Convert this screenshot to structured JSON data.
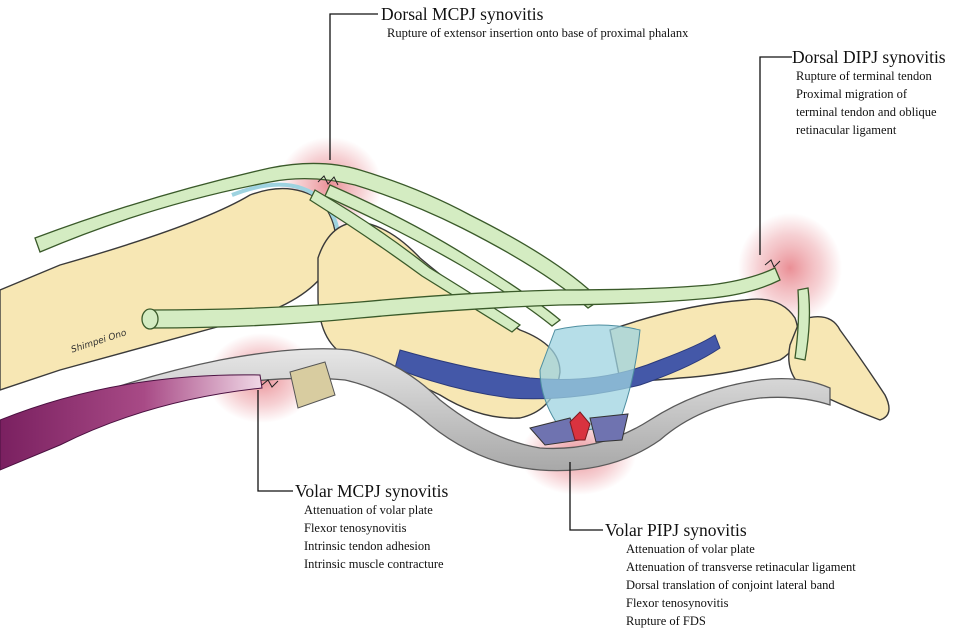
{
  "signature": "Shimpei Ono",
  "labels": {
    "dorsal_mcpj": {
      "title": "Dorsal MCPJ synovitis",
      "lines": [
        "Rupture of extensor insertion onto base of proximal phalanx"
      ]
    },
    "dorsal_dipj": {
      "title": "Dorsal DIPJ synovitis",
      "lines": [
        "Rupture of terminal tendon",
        "Proximal migration of",
        "terminal tendon and oblique",
        "retinacular ligament"
      ]
    },
    "volar_mcpj": {
      "title": "Volar MCPJ synovitis",
      "lines": [
        "Attenuation of volar plate",
        "Flexor tenosynovitis",
        "Intrinsic tendon adhesion",
        "Intrinsic muscle contracture"
      ]
    },
    "volar_pipj": {
      "title": "Volar PIPJ synovitis",
      "lines": [
        "Attenuation of volar plate",
        "Attenuation of transverse retinacular ligament",
        "Dorsal translation of conjoint lateral band",
        "Flexor tenosynovitis",
        "Rupture of FDS"
      ]
    }
  },
  "colors": {
    "bone": "#f7e7b4",
    "tendon_green": "#d4ecc2",
    "flexor_gray": "#c9c9c9",
    "muscle_purple": "#8c2a6a",
    "synovitis_red": "#d9333f",
    "ligament_blue": "#9ed3e0",
    "band_navy": "#4458a8"
  }
}
